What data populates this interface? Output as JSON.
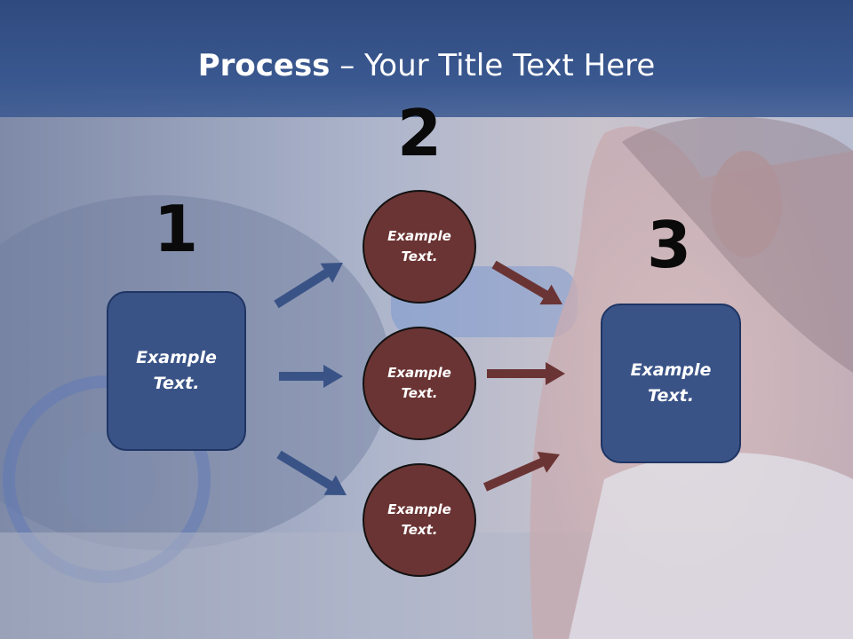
{
  "title": {
    "bold": "Process",
    "rest": " – Your Title Text Here"
  },
  "steps": {
    "one": "1",
    "two": "2",
    "three": "3"
  },
  "left_box": {
    "line1": "Example",
    "line2": "Text."
  },
  "circles": [
    {
      "line1": "Example",
      "line2": "Text."
    },
    {
      "line1": "Example",
      "line2": "Text."
    },
    {
      "line1": "Example",
      "line2": "Text."
    }
  ],
  "right_box": {
    "line1": "Example",
    "line2": "Text."
  },
  "colors": {
    "header": "#34508a",
    "box_fill": "#3a5387",
    "circle_fill": "#6b3434",
    "blue_arrow": "#3a5387",
    "red_arrow": "#6b3434"
  }
}
